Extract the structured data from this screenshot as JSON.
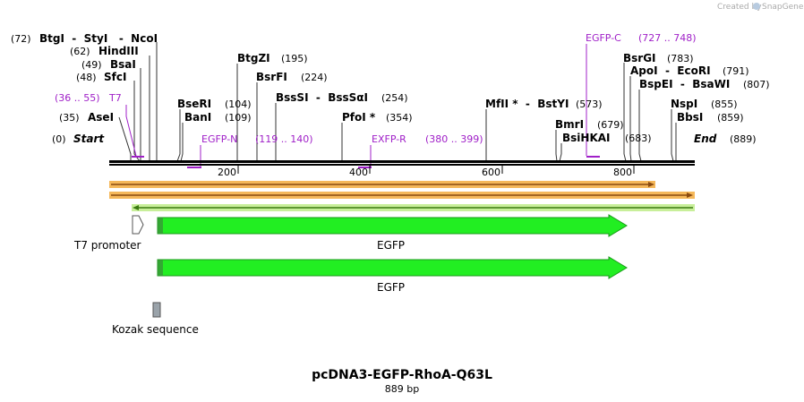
{
  "credit": {
    "text": "Created by",
    "brand": "SnapGene"
  },
  "title": "pcDNA3-EGFP-RhoA-Q63L",
  "subtitle": "889 bp",
  "scale": {
    "ticks": [
      "200",
      "400",
      "600",
      "800"
    ]
  },
  "ends": {
    "start_num": "(0)",
    "start_label": "Start",
    "end_label": "End",
    "end_num": "(889)"
  },
  "site_labels": [
    {
      "num": "(72)",
      "name": "BtgI  -  StyI   -  NcoI"
    },
    {
      "num": "(62)",
      "name": "HindIII"
    },
    {
      "num": "(49)",
      "name": "BsaI"
    },
    {
      "num": "(48)",
      "name": "SfcI"
    },
    {
      "num": "(35)",
      "name": "AseI"
    },
    {
      "name": "BtgZI",
      "num": "(195)"
    },
    {
      "name": "BsrFI",
      "num": "(224)"
    },
    {
      "name": "BseRI",
      "num": "(104)"
    },
    {
      "name": "BanI",
      "num": "(109)"
    },
    {
      "name": "BssSI  -  BssSαI",
      "num": "(254)"
    },
    {
      "name": "PfoI *",
      "num": "(354)"
    },
    {
      "name": "MfII *  -  BstYI",
      "num": "(573)"
    },
    {
      "name": "BmrI",
      "num": "(679)"
    },
    {
      "name": "BsiHKAI",
      "num": "(683)"
    },
    {
      "name": "BsrGI",
      "num": "(783)"
    },
    {
      "name": "ApoI  -  EcoRI",
      "num": "(791)"
    },
    {
      "name": "BspEI  -  BsaWI",
      "num": "(807)"
    },
    {
      "name": "NspI",
      "num": "(855)"
    },
    {
      "name": "BbsI",
      "num": "(859)"
    }
  ],
  "primers": [
    {
      "label": "T7",
      "range": "(36 .. 55)"
    },
    {
      "label": "EGFP-N",
      "range": "(119 .. 140)"
    },
    {
      "label": "EXFP-R",
      "range": "(380 .. 399)"
    },
    {
      "label": "EGFP-C",
      "range": "(727 .. 748)"
    }
  ],
  "features": [
    {
      "label": "T7 promoter"
    },
    {
      "label": "EGFP"
    },
    {
      "label": "EGFP"
    },
    {
      "label": "Kozak sequence"
    }
  ],
  "colors": {
    "backbone": "#000000",
    "primer": "#a020c8",
    "egfp_fill": "#22ee22",
    "egfp_stroke": "#1a9a1a",
    "orf_fill": "#f5b85a",
    "orf_inner": "#8a4a10",
    "reverse_orf_fill": "#c8ef9a",
    "reverse_orf_inner": "#3a7a10",
    "kozak": "#9aa3aa"
  }
}
